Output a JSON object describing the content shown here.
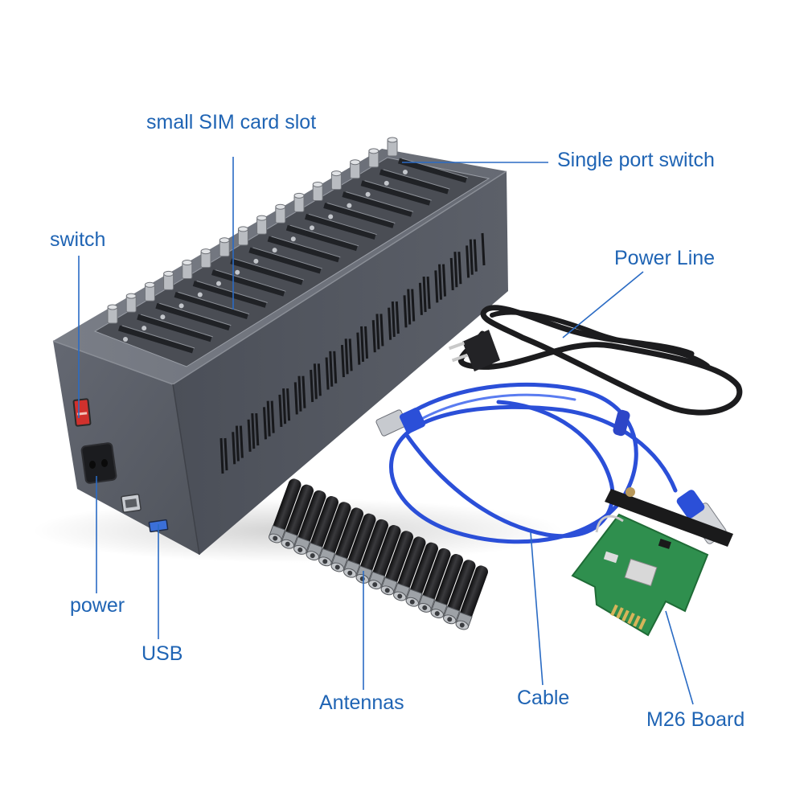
{
  "callouts": {
    "sim_slot": "small SIM card slot",
    "single_port_switch": "Single port switch",
    "switch": "switch",
    "power_line": "Power Line",
    "power": "power",
    "usb": "USB",
    "antennas": "Antennas",
    "cable": "Cable",
    "m26_board": "M26 Board"
  },
  "colors": {
    "label": "#1f64b4",
    "leader_line": "#2a6bc4",
    "chassis_front": "#5a5e67",
    "chassis_side": "#50545d",
    "chassis_top": "#6e727b",
    "usb_cable": "#2b4fd8",
    "power_cord": "#1c1c1e",
    "pcb": "#2f8f4e",
    "rocker_switch": "#d0312d"
  },
  "device": {
    "port_count": 16,
    "antenna_count": 16
  }
}
